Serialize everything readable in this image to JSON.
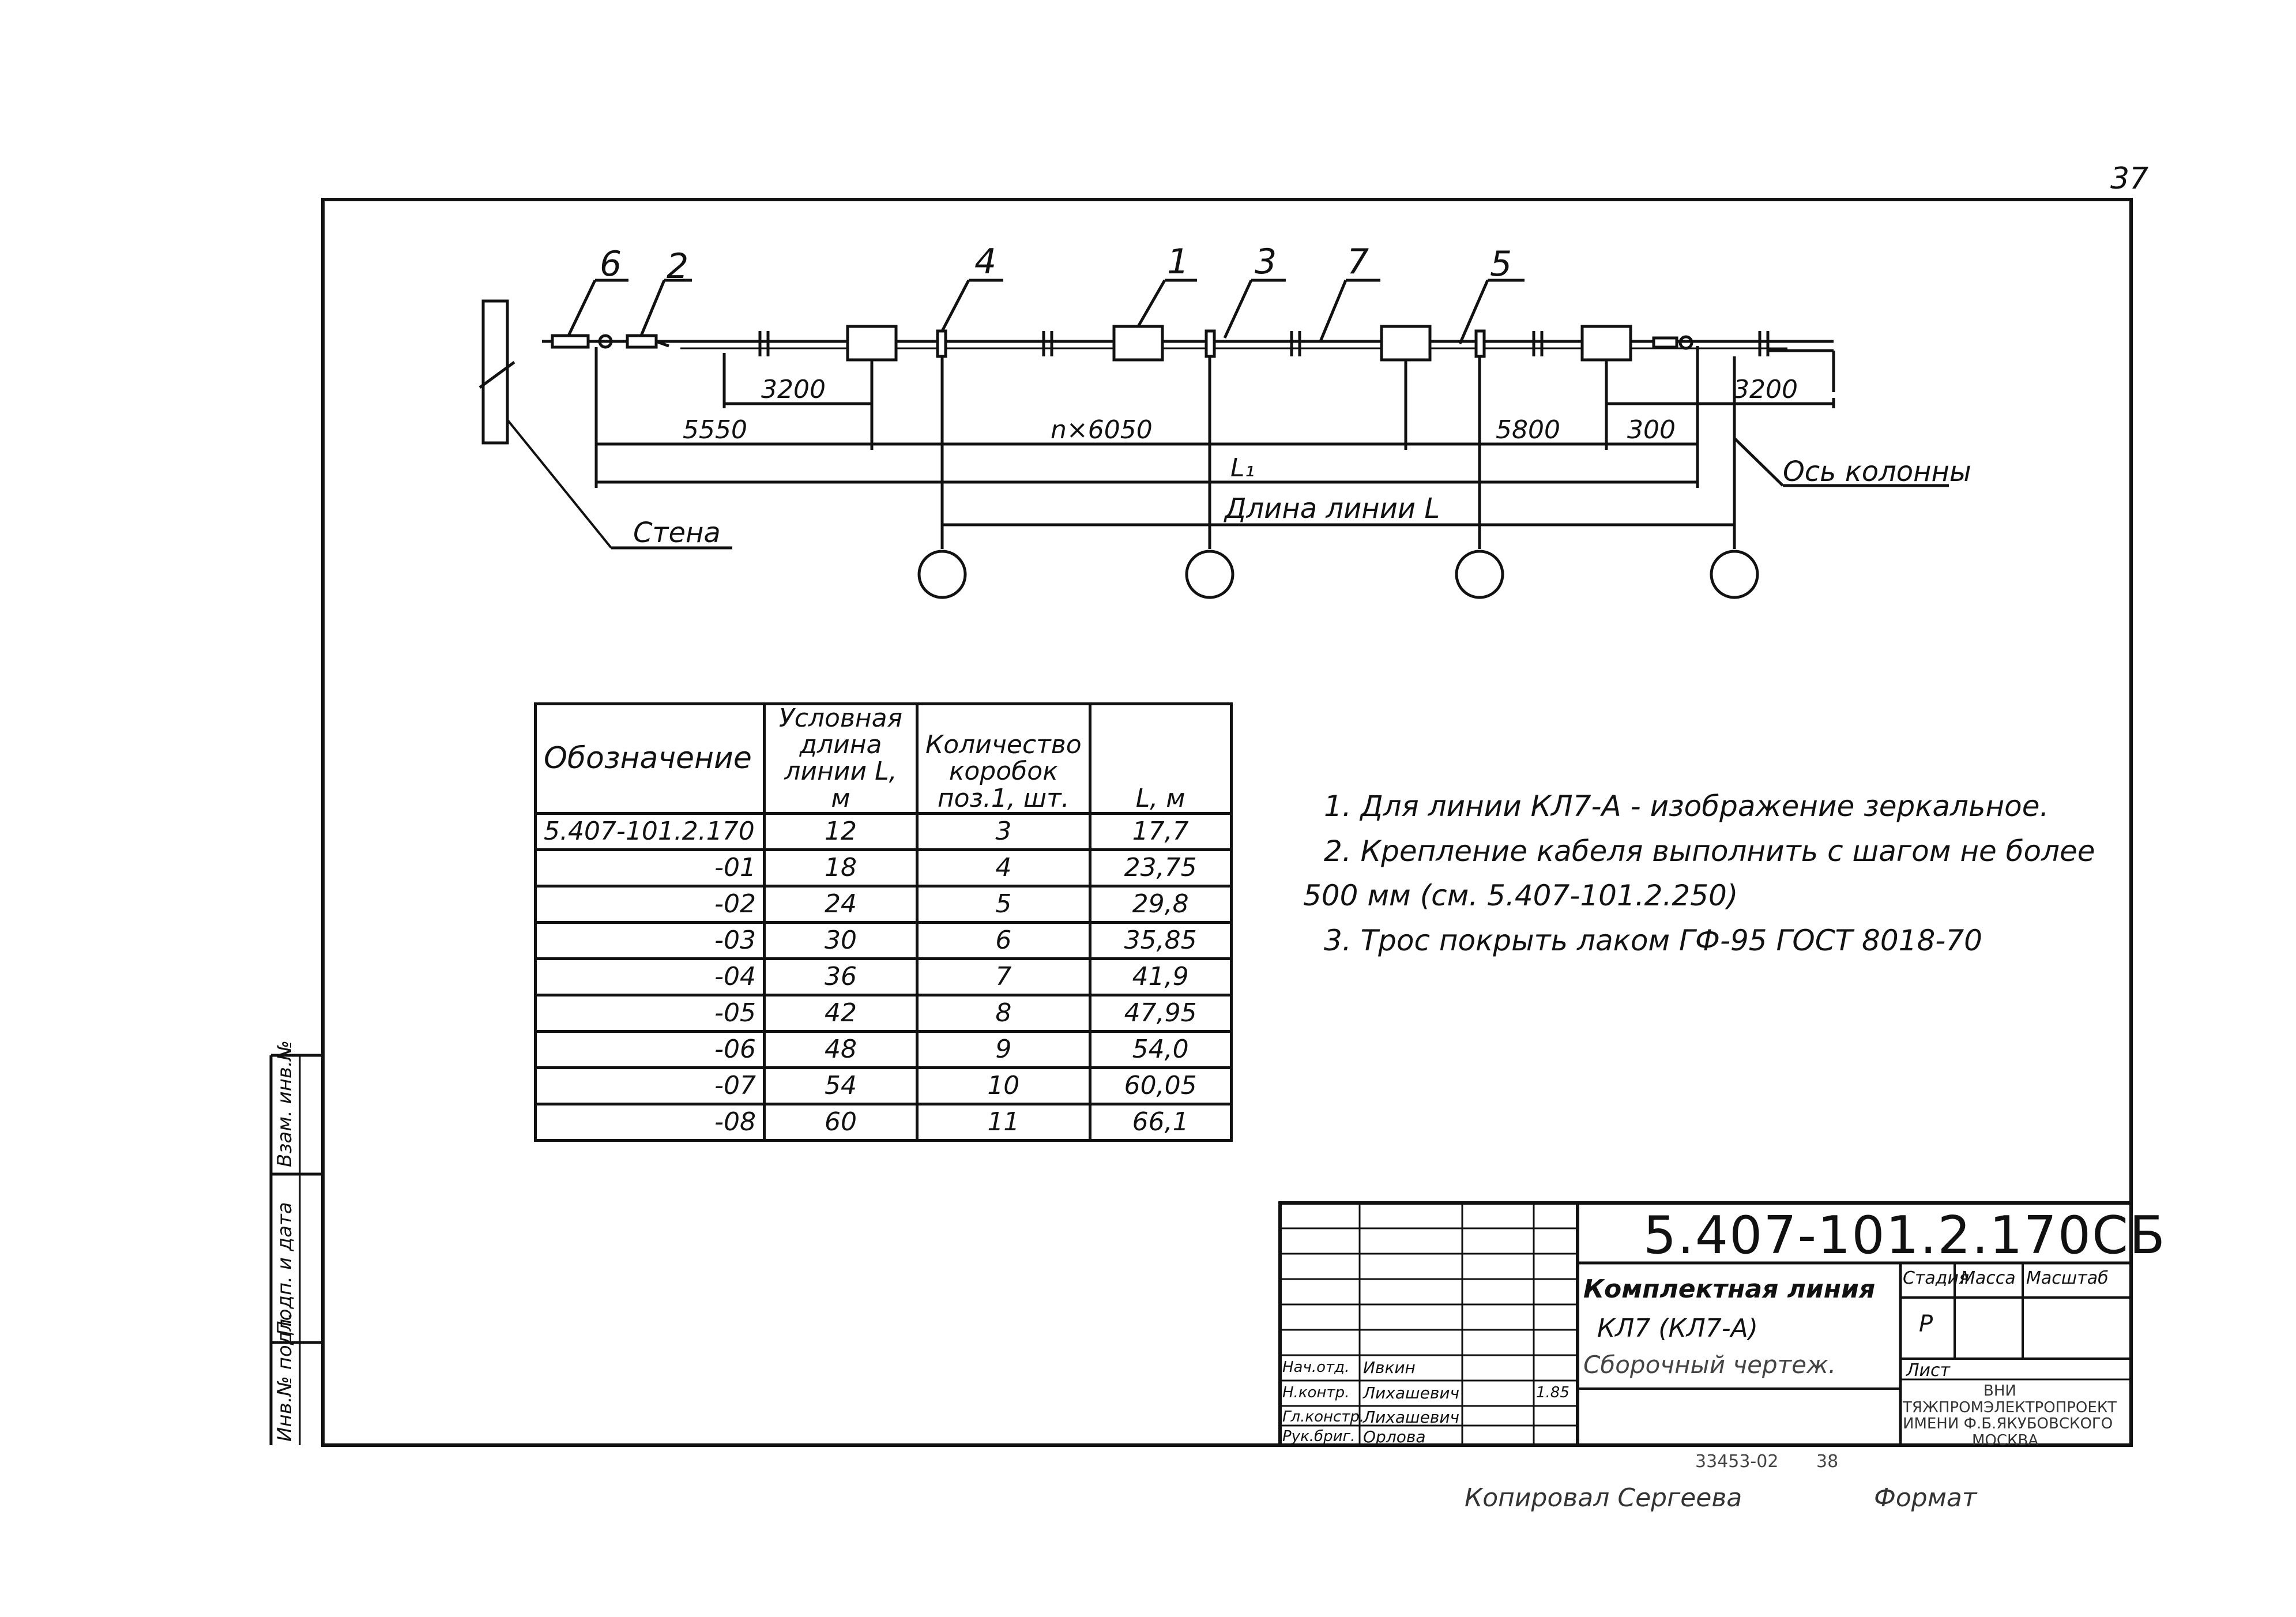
{
  "sheet_number": "37",
  "diagram": {
    "positions": [
      "6",
      "2",
      "4",
      "1",
      "3",
      "7",
      "5"
    ],
    "dims": {
      "d3200_left": "3200",
      "d3200_right": "3200",
      "d5550": "5550",
      "n6050": "n×6050",
      "d5800": "5800",
      "d300": "300",
      "L1": "L₁",
      "line_length": "Длина линии L"
    },
    "wall_label": "Стена",
    "axis_label": "Ось колонны"
  },
  "table": {
    "headers": [
      "Обозначение",
      "Условная длина линии L, м",
      "Количество коробок поз.1, шт.",
      "L, м"
    ],
    "rows": [
      [
        "5.407-101.2.170",
        "12",
        "3",
        "17,7"
      ],
      [
        "-01",
        "18",
        "4",
        "23,75"
      ],
      [
        "-02",
        "24",
        "5",
        "29,8"
      ],
      [
        "-03",
        "30",
        "6",
        "35,85"
      ],
      [
        "-04",
        "36",
        "7",
        "41,9"
      ],
      [
        "-05",
        "42",
        "8",
        "47,95"
      ],
      [
        "-06",
        "48",
        "9",
        "54,0"
      ],
      [
        "-07",
        "54",
        "10",
        "60,05"
      ],
      [
        "-08",
        "60",
        "11",
        "66,1"
      ]
    ]
  },
  "notes": [
    "1. Для линии КЛ7-А - изображение зеркальное.",
    "2. Крепление кабеля выполнить с шагом не более",
    "500 мм (см. 5.407-101.2.250)",
    "3. Трос покрыть лаком ГФ-95 ГОСТ 8018-70"
  ],
  "title_block": {
    "code": "5.407-101.2.170СБ",
    "title_line1": "Комплектная линия",
    "title_line2": "КЛ7 (КЛ7-А)",
    "title_line3": "Сборочный чертеж.",
    "stage_header": "Стадия",
    "mass_header": "Масса",
    "scale_header": "Масштаб",
    "stage_value": "Р",
    "sheet_label": "Лист",
    "org": [
      "ВНИ",
      "ТЯЖПРОМЭЛЕКТРОПРОЕКТ",
      "ИМЕНИ Ф.Б.ЯКУБОВСКОГО",
      "МОСКВА"
    ],
    "roles": [
      "Нач.отд.",
      "Н.контр.",
      "Гл.констр.",
      "Рук.бриг."
    ],
    "names": [
      "Ивкин",
      "Лихашевич",
      "Лихашевич",
      "Орлова"
    ],
    "date": "1.85",
    "inventory_note": "33453-02",
    "inventory_sheet": "38"
  },
  "footer": {
    "copied_by": "Копировал Сергеева",
    "format_label": "Формат"
  },
  "side_stamp": [
    "Инв.№ подл.",
    "Подп. и дата",
    "Взам. инв.№"
  ]
}
